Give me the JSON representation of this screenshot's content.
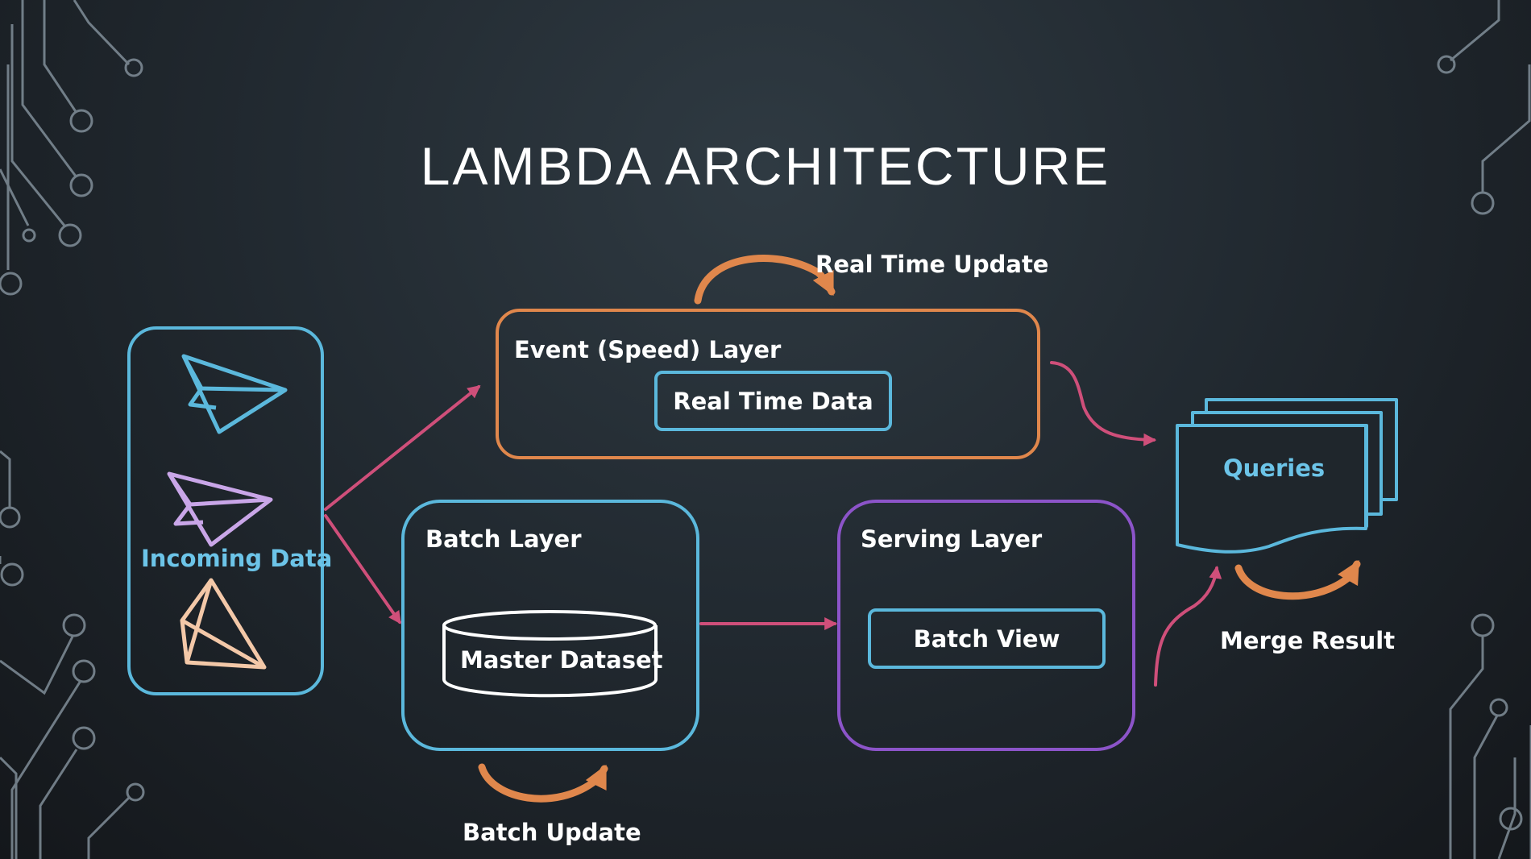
{
  "slide": {
    "title": "LAMBDA ARCHITECTURE"
  },
  "nodes": {
    "incoming": {
      "label": "Incoming Data"
    },
    "speed_layer": {
      "label": "Event (Speed) Layer",
      "inner": "Real Time Data"
    },
    "batch_layer": {
      "label": "Batch Layer",
      "inner": "Master Dataset"
    },
    "serving_layer": {
      "label": "Serving Layer",
      "inner": "Batch View"
    },
    "queries": {
      "label": "Queries"
    }
  },
  "annotations": {
    "real_time_update": "Real Time Update",
    "batch_update": "Batch Update",
    "merge_result": "Merge Result"
  },
  "colors": {
    "flow_arrow": "#cf4f7a",
    "update_arrow": "#e0874c",
    "blue": "#5bb8dc",
    "orange": "#e0874c",
    "purple": "#8c54c9",
    "circuit": "#8795a0"
  },
  "icons": [
    "paper-plane-icon",
    "paper-plane-icon",
    "paper-plane-icon",
    "cylinder-icon",
    "document-stack-icon"
  ]
}
